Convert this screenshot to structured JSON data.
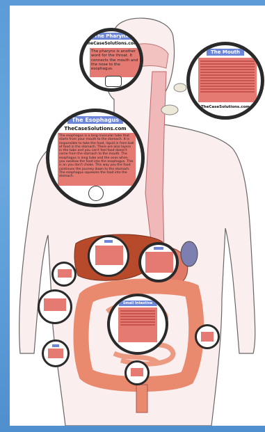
{
  "bubbles": {
    "pharynx": {
      "title": "The Pharynx",
      "site": "TheCaseSolutions.com",
      "body": "The pharynx is another word for the throat. It connects the mouth and the nose to the esophagus."
    },
    "mouth": {
      "title": "The Mouth",
      "site": "TheCaseSolutions.com"
    },
    "esophagus": {
      "title": "The Esophagus",
      "site": "TheCaseSolutions.com",
      "body": "The esophagus is a long muscular tube that starts from your mouth to the stomach. It is responsible to take the food, liquid in from ball of food in the stomach. There are also layers in the tube and you can't feel food doesn't come from the stomach to the mouth. The esophagus is long tube and the ones when you swallow the food into the esophagus. This is an you don't choke. This way you the food continues the journey down to the stomach. The esophagus squeezes the food into the stomach."
    },
    "small_intestine": {
      "title": "Small Intestine"
    }
  },
  "colors": {
    "bubble_title_bg": "#6d86d8",
    "text_block_bg": "#e47a72",
    "liver": "#b84a2c",
    "intestine": "#e98a6e",
    "outline": "#2a2a2a",
    "background": "#5c9bd6"
  }
}
